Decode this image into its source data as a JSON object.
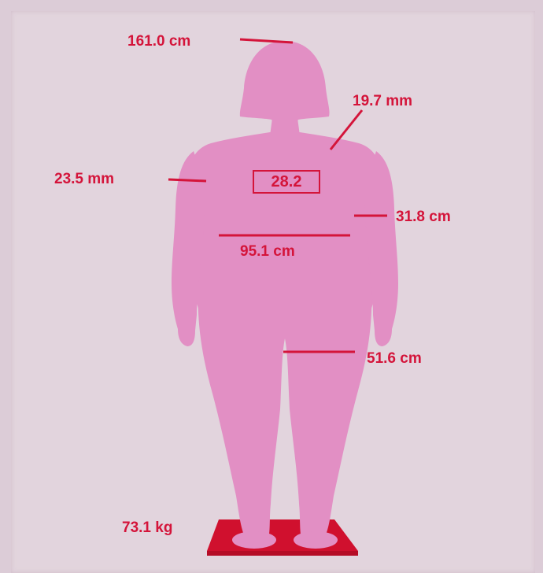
{
  "measurements": {
    "height": "161.0 cm",
    "skinfold_upper": "19.7 mm",
    "skinfold_arm": "23.5 mm",
    "bmi": "28.2",
    "arm_circumference": "31.8 cm",
    "waist_circumference": "95.1 cm",
    "thigh_circumference": "51.6 cm",
    "weight": "73.1 kg"
  },
  "colors": {
    "background": "#e2d4dd",
    "silhouette": "#e28fc4",
    "accent": "#d4143a",
    "scale": "#d0102e"
  }
}
